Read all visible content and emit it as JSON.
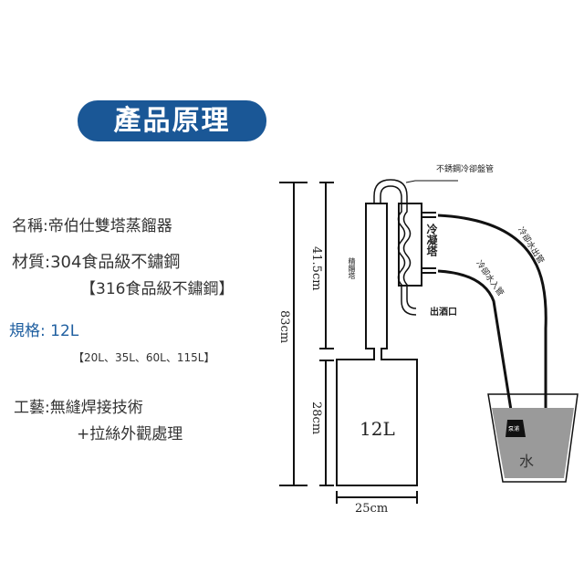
{
  "title": "產品原理",
  "specs": {
    "name": "名稱:帝伯仕雙塔蒸餾器",
    "material": "材質:304食品級不鏽鋼",
    "material_alt": "【316食品級不鏽鋼】",
    "size": "規格: 12L",
    "size_options": "【20L、35L、60L、115L】",
    "craft": "工藝:無縫焊接技術",
    "craft_extra": "+拉絲外觀處理"
  },
  "diagram": {
    "coil_label": "不銹鋼冷卻盤管",
    "column_label": "精餾塔",
    "condenser_label": "冷凝塔",
    "outlet_label": "出酒口",
    "water_out_label": "冷卻水出管",
    "water_in_label": "冷卻水入管",
    "pump_label": "泵浦",
    "water_label": "水",
    "tank_label": "12L",
    "dim_total": "83cm",
    "dim_column": "41.5cm",
    "dim_tank": "28cm",
    "dim_width": "25cm"
  }
}
